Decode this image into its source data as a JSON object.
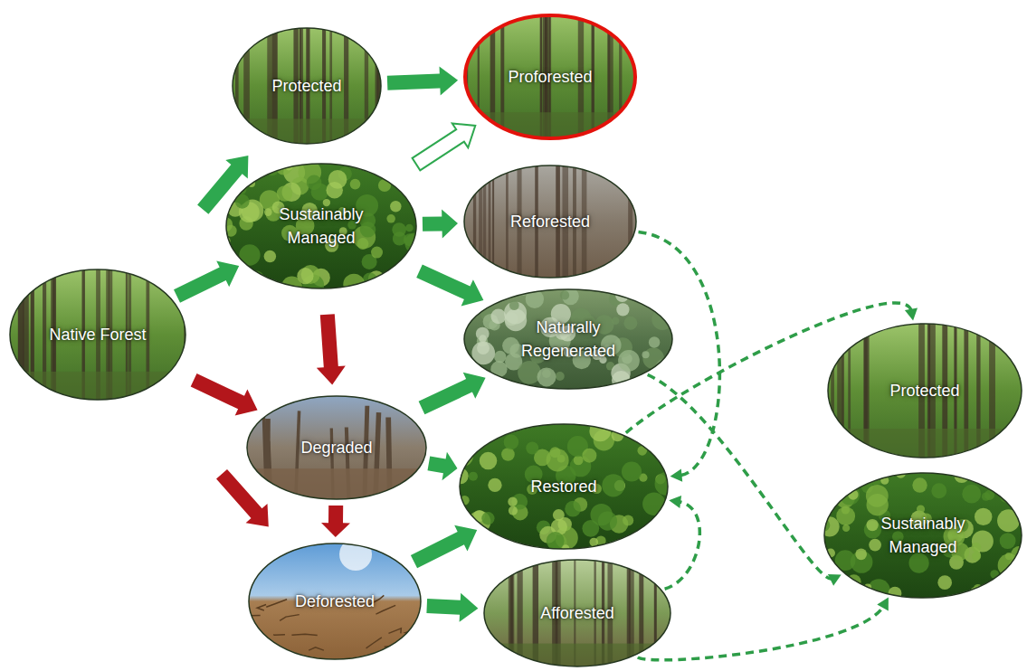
{
  "diagram": {
    "nodes": [
      {
        "text": [
          "Native Forest"
        ]
      },
      {
        "text": [
          "Protected"
        ]
      },
      {
        "text": [
          "Proforested"
        ]
      },
      {
        "text": [
          "Sustainably Managed"
        ]
      },
      {
        "text": [
          "Reforested"
        ]
      },
      {
        "text": [
          "Naturally Regenerated"
        ]
      },
      {
        "text": [
          "Degraded"
        ]
      },
      {
        "text": [
          "Restored"
        ]
      },
      {
        "text": [
          "Deforested"
        ]
      },
      {
        "text": [
          "Afforested"
        ]
      },
      {
        "text": [
          "Protected"
        ]
      },
      {
        "text": [
          "Sustainably Managed"
        ]
      }
    ],
    "edges": [
      {
        "from": 0,
        "to": 1,
        "arrow": "to"
      },
      {
        "from": 0,
        "to": 3,
        "arrow": "to"
      },
      {
        "from": 0,
        "to": 6,
        "arrow": "to"
      },
      {
        "from": 0,
        "to": 8,
        "arrow": "to"
      },
      {
        "from": 1,
        "to": 2,
        "arrow": "to"
      },
      {
        "from": 3,
        "to": 2,
        "arrow": "to"
      },
      {
        "from": 3,
        "to": 4,
        "arrow": "to"
      },
      {
        "from": 3,
        "to": 5,
        "arrow": "to"
      },
      {
        "from": 3,
        "to": 6,
        "arrow": "to"
      },
      {
        "from": 6,
        "to": 5,
        "arrow": "to"
      },
      {
        "from": 6,
        "to": 7,
        "arrow": "to"
      },
      {
        "from": 6,
        "to": 8,
        "arrow": "to"
      },
      {
        "from": 8,
        "to": 7,
        "arrow": "to"
      },
      {
        "from": 8,
        "to": 9,
        "arrow": "to"
      },
      {
        "from": 4,
        "to": 7,
        "arrow": "to"
      },
      {
        "from": 7,
        "to": 10,
        "arrow": "to"
      },
      {
        "from": 5,
        "to": 11,
        "arrow": "to"
      },
      {
        "from": 9,
        "to": 7,
        "arrow": "to"
      },
      {
        "from": 9,
        "to": 11,
        "arrow": "to"
      }
    ]
  }
}
